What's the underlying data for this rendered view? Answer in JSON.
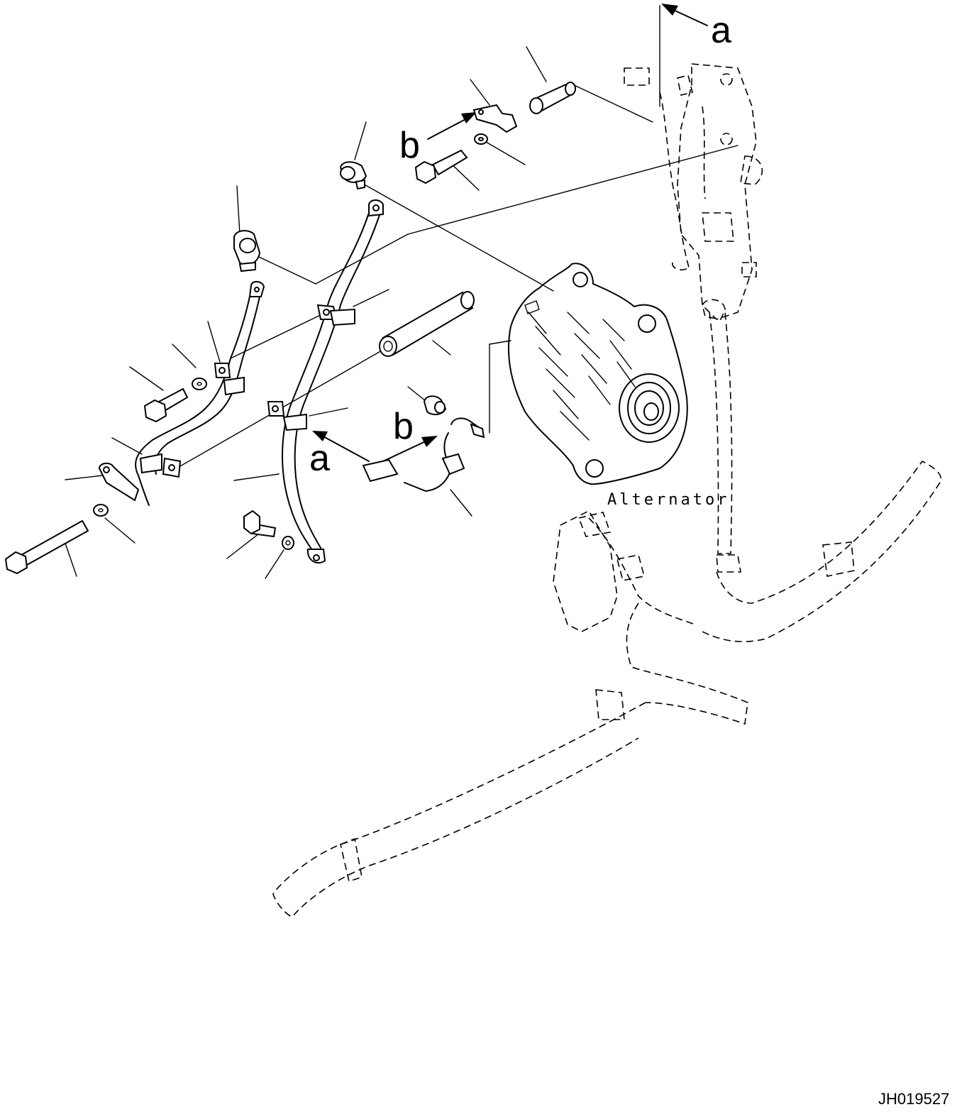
{
  "labels": {
    "arrow_a_top": "a",
    "arrow_a_mid": "a",
    "arrow_b_top": "b",
    "arrow_b_mid": "b",
    "alternator": "Alternator",
    "figure_id": "JH019527"
  },
  "colors": {
    "line": "#000000",
    "background": "#ffffff"
  }
}
